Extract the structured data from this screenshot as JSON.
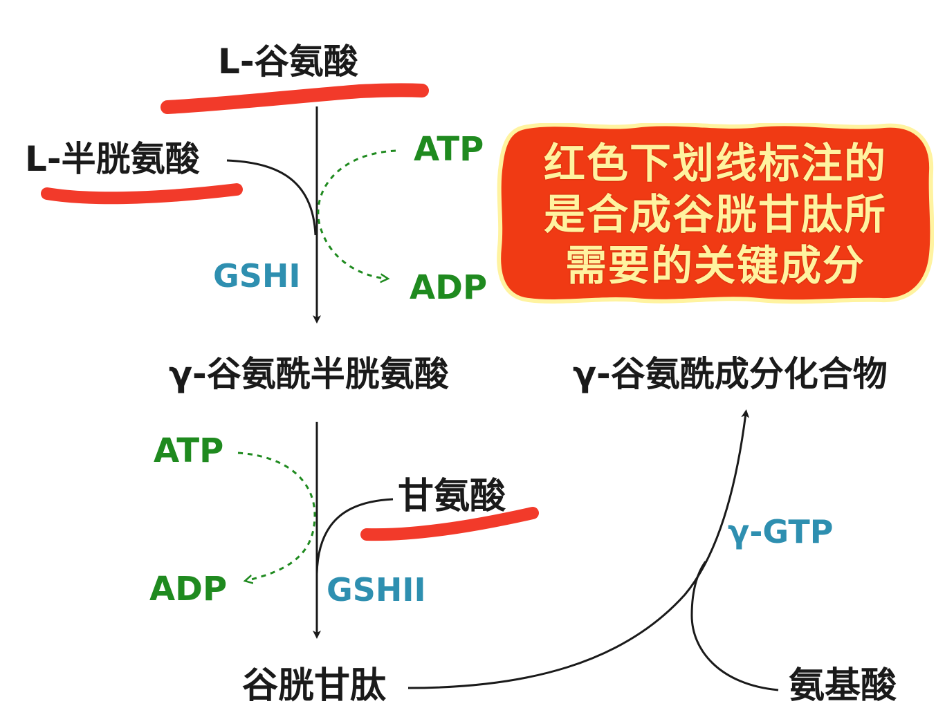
{
  "colors": {
    "substrate": "#1a1a1a",
    "cofactor": "#1f8a1f",
    "enzyme": "#2e8fb0",
    "underline": "#f23a2a",
    "callout_fill": "#f03a14",
    "callout_text": "#fff3a0"
  },
  "labels": {
    "l_glutamate": "L-谷氨酸",
    "l_cysteine": "L-半胱氨酸",
    "atp_1": "ATP",
    "adp_1": "ADP",
    "enzyme_1": "GSHI",
    "gamma_glutamylcysteine": "γ-谷氨酰半胱氨酸",
    "gamma_glutamyl_compound": "γ-谷氨酰成分化合物",
    "atp_2": "ATP",
    "glycine": "甘氨酸",
    "adp_2": "ADP",
    "enzyme_2": "GSHII",
    "gamma_gtp": "γ-GTP",
    "glutathione": "谷胱甘肽",
    "amino_acid": "氨基酸"
  },
  "callout": {
    "lines": [
      "红色下划线标注的",
      "是合成谷胱甘肽所",
      "需要的关键成分"
    ]
  }
}
